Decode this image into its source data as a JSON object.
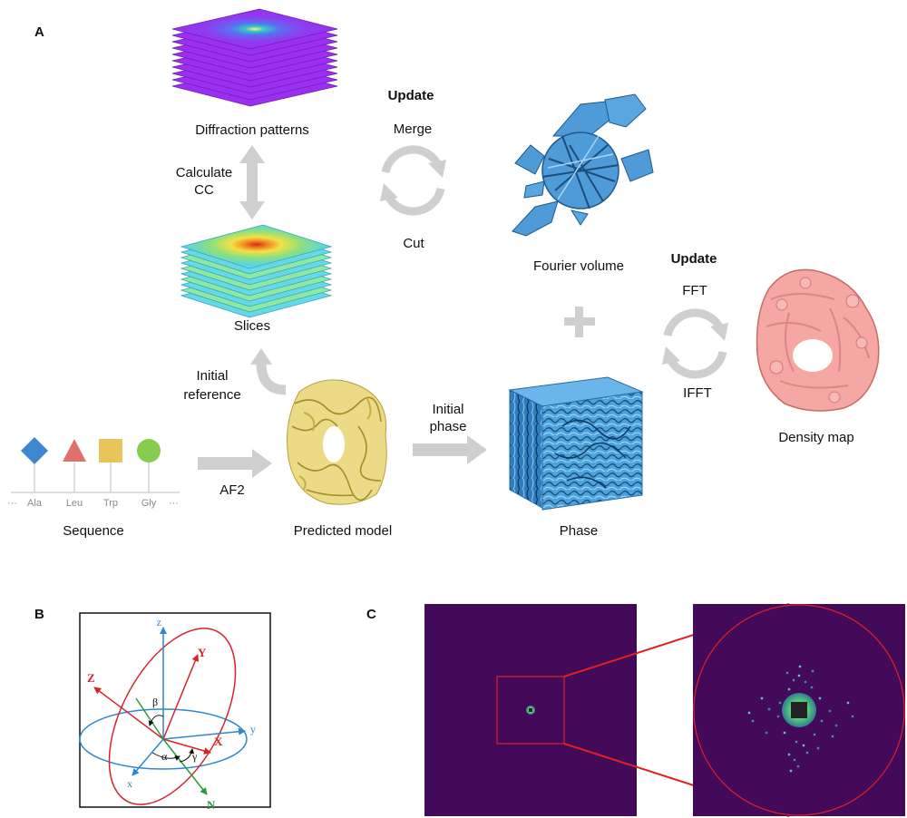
{
  "panels": {
    "a": "A",
    "b": "B",
    "c": "C"
  },
  "panel_a": {
    "diffraction_label": "Diffraction patterns",
    "calculate_label_1": "Calculate",
    "calculate_label_2": "CC",
    "slices_label": "Slices",
    "update_top": "Update",
    "merge_label": "Merge",
    "cut_label": "Cut",
    "fourier_label": "Fourier volume",
    "update_right": "Update",
    "fft_label": "FFT",
    "ifft_label": "IFFT",
    "density_label": "Density map",
    "initial_ref_1": "Initial",
    "initial_ref_2": "reference",
    "initial_phase_1": "Initial",
    "initial_phase_2": "phase",
    "af2_label": "AF2",
    "sequence_label": "Sequence",
    "predicted_label": "Predicted model",
    "phase_label": "Phase",
    "residues": [
      "Ala",
      "Leu",
      "Trp",
      "Gly"
    ],
    "ellipsis": "···"
  },
  "panel_b": {
    "axes_lower": {
      "z": "z",
      "y": "y",
      "x": "x"
    },
    "axes_upper": {
      "Z": "Z",
      "Y": "Y",
      "X": "X",
      "N": "N"
    },
    "angles": {
      "alpha": "α",
      "beta": "β",
      "gamma": "γ"
    }
  },
  "colors": {
    "arrow_gray": "#cfcfcf",
    "blue_axis": "#2f86d0",
    "red_axis": "#d6232c",
    "green_axis": "#2a9a3c",
    "detector_bg": "#440a5a",
    "zoom_red": "#e02020",
    "fourier_blue": "#4f9bd8",
    "density_pink": "#f4a7a3",
    "model_yellow": "#e3cf5e"
  }
}
